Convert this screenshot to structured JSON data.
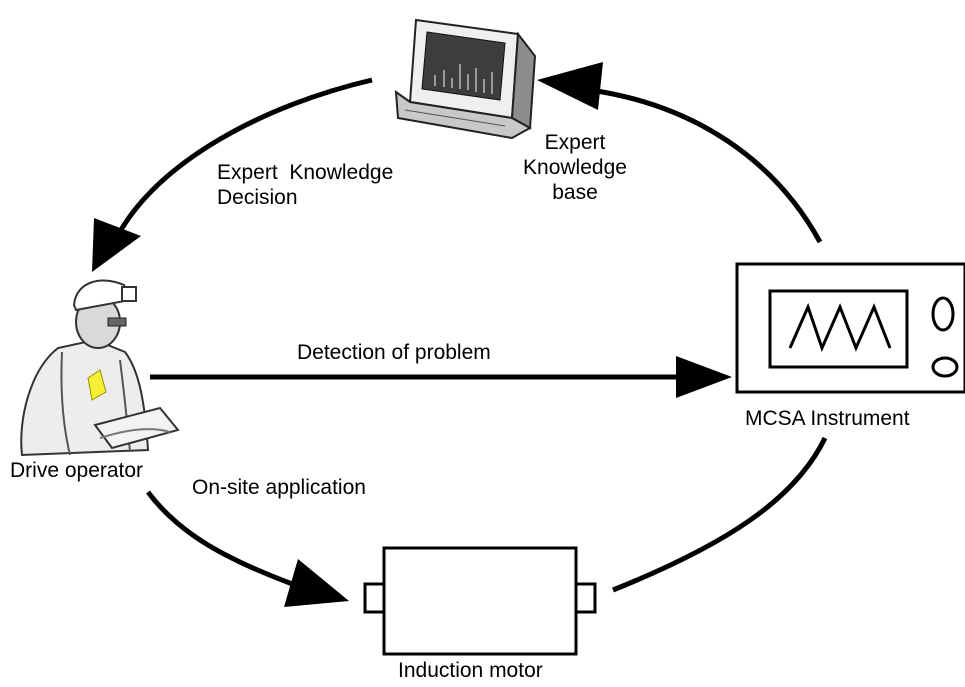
{
  "labels": {
    "expert_knowledge_decision": "Expert  Knowledge\nDecision",
    "expert_knowledge_base": "Expert\nKnowledge\nbase",
    "detection_of_problem": "Detection of problem",
    "drive_operator": "Drive operator",
    "on_site_application": "On-site application",
    "mcsa_instrument": "MCSA Instrument",
    "induction_motor": "Induction motor"
  },
  "icons": {
    "computer": "computer-monitor-icon",
    "operator": "drive-operator-icon",
    "instrument": "mcsa-instrument-icon",
    "motor": "induction-motor-icon"
  }
}
